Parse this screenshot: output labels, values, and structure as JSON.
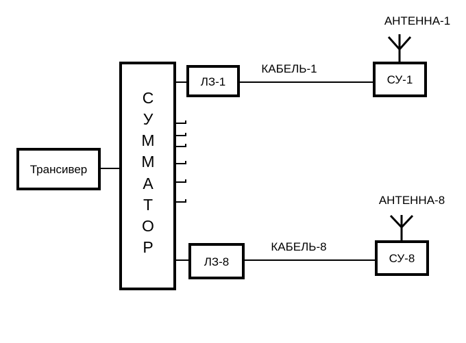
{
  "transceiver": {
    "label": "Трансивер"
  },
  "combiner": {
    "letters": [
      "С",
      "У",
      "М",
      "М",
      "А",
      "Т",
      "О",
      "Р"
    ]
  },
  "channel_1": {
    "delay_line": "ЛЗ-1",
    "cable": "КАБЕЛЬ-1",
    "matching_unit": "СУ-1",
    "antenna": "АНТЕННА-1"
  },
  "channel_8": {
    "delay_line": "ЛЗ-8",
    "cable": "КАБЕЛЬ-8",
    "matching_unit": "СУ-8",
    "antenna": "АНТЕННА-8"
  }
}
